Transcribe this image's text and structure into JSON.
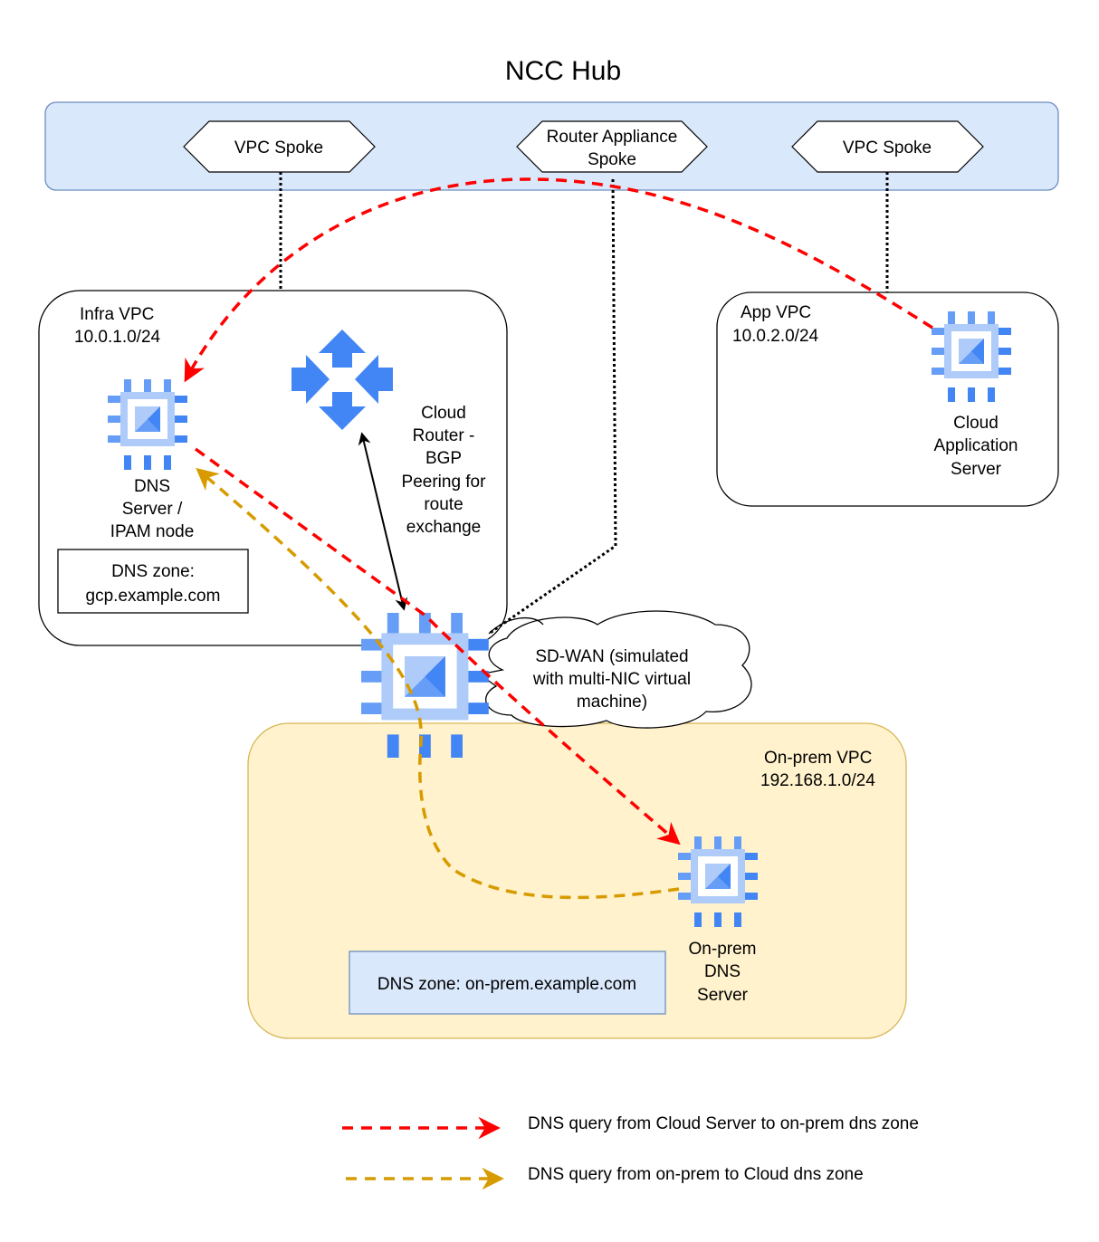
{
  "title": "NCC Hub",
  "hub": {
    "spokes": [
      {
        "label_lines": [
          "VPC Spoke"
        ]
      },
      {
        "label_lines": [
          "Router Appliance",
          "Spoke"
        ]
      },
      {
        "label_lines": [
          "VPC Spoke"
        ]
      }
    ]
  },
  "infra_vpc": {
    "name": "Infra VPC",
    "cidr": "10.0.1.0/24",
    "dns_server_label": [
      "DNS",
      "Server /",
      "IPAM node"
    ],
    "dns_zone_label": [
      "DNS zone:",
      "gcp.example.com"
    ],
    "cloud_router_label": [
      "Cloud",
      "Router -",
      "BGP",
      "Peering for",
      "route",
      "exchange"
    ]
  },
  "app_vpc": {
    "name": "App VPC",
    "cidr": "10.0.2.0/24",
    "server_label": [
      "Cloud",
      "Application",
      "Server"
    ]
  },
  "sdwan": {
    "callout_lines": [
      "SD-WAN (simulated",
      "with multi-NIC virtual",
      "machine)"
    ]
  },
  "onprem_vpc": {
    "name": "On-prem VPC",
    "cidr": "192.168.1.0/24",
    "dns_server_label": [
      "On-prem",
      "DNS",
      "Server"
    ],
    "dns_zone_label": "DNS zone: on-prem.example.com"
  },
  "legend": [
    {
      "label": "DNS query from Cloud Server to on-prem dns zone",
      "color": "#ff0000"
    },
    {
      "label": "DNS query from on-prem to Cloud dns zone",
      "color": "#d79b00"
    }
  ],
  "colors": {
    "hub_fill": "#dae8fc",
    "hub_stroke": "#6c8ebf",
    "onprem_fill": "#fff2cc",
    "onprem_stroke": "#d6b656",
    "chip_dark": "#4285f4",
    "chip_mid": "#669df6",
    "chip_light": "#aecbfa",
    "red_flow": "#ff0000",
    "orange_flow": "#d79b00"
  }
}
